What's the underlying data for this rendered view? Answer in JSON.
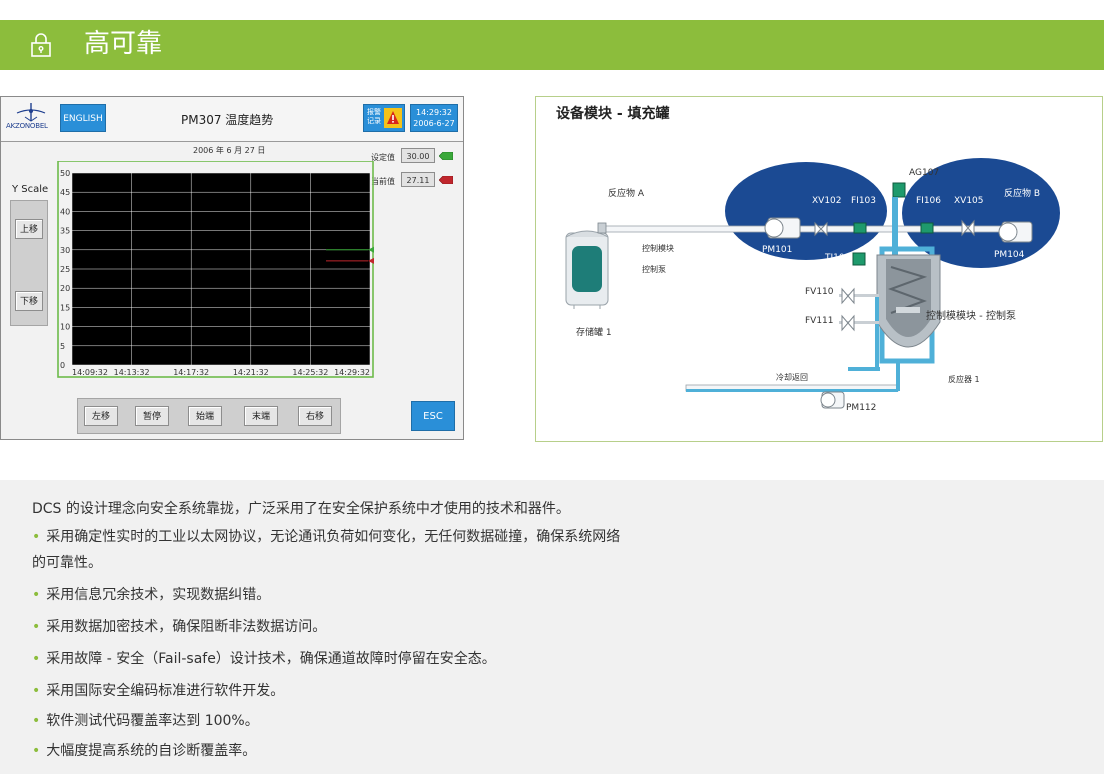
{
  "banner": {
    "title": "高可靠",
    "icon": "lock-icon"
  },
  "hmi": {
    "logo": "AKZONOBEL",
    "english_btn": "ENGLISH",
    "title": "PM307 温度趋势",
    "alarm_label": "报警记录",
    "clock_time": "14:29:32",
    "clock_date": "2006-6-27",
    "chart_date": "2006 年 6 月 27 日",
    "y_scale_label": "Y Scale",
    "up_btn": "上移",
    "down_btn": "下移",
    "setpoint_label": "设定值",
    "setpoint_value": "30.00",
    "current_label": "当前值",
    "current_value": "27.11",
    "nav_buttons": [
      "左移",
      "暂停",
      "始端",
      "末端",
      "右移"
    ],
    "esc_btn": "ESC"
  },
  "chart_data": {
    "type": "line",
    "title": "",
    "xlabel": "",
    "ylabel": "",
    "ylim": [
      0,
      50
    ],
    "y_ticks": [
      "0",
      "5",
      "10",
      "15",
      "20",
      "25",
      "30",
      "35",
      "40",
      "45",
      "50"
    ],
    "x_ticks": [
      "14:09:32",
      "14:13:32",
      "14:17:32",
      "14:21:32",
      "14:25:32",
      "14:29:32"
    ],
    "series": [
      {
        "color": "#3aa83a",
        "values": [
          30.0
        ]
      },
      {
        "color": "#c0262d",
        "values": [
          27.11
        ]
      }
    ],
    "grid": true,
    "background": "#000000"
  },
  "diagram": {
    "title": "设备模块 - 填充罐",
    "labels": {
      "reactant_a": "反应物 A",
      "reactant_b": "反应物 B",
      "xv102": "XV102",
      "fi103": "FI103",
      "ag107": "AG107",
      "fi106": "FI106",
      "xv105": "XV105",
      "pm101": "PM101",
      "pm104": "PM104",
      "ti109": "TI109",
      "control_module": "控制模块",
      "control_pump": "控制泵",
      "fv110": "FV110",
      "fv111": "FV111",
      "tank": "存储罐 1",
      "module_pump": "控制模模块 - 控制泵",
      "cooling_return": "冷却返回",
      "reactor": "反应器 1",
      "pm112": "PM112"
    }
  },
  "text": {
    "intro": "DCS 的设计理念向安全系统靠拢，广泛采用了在安全保护系统中才使用的技术和器件。",
    "bullets": [
      "采用确定性实时的工业以太网协议，无论通讯负荷如何变化，无任何数据碰撞，确保系统网络",
      "的可靠性。",
      "采用信息冗余技术，实现数据纠错。",
      "采用数据加密技术，确保阻断非法数据访问。",
      "采用故障 - 安全（Fail-safe）设计技术，确保通道故障时停留在安全态。",
      "采用国际安全编码标准进行软件开发。",
      "软件测试代码覆盖率达到 100%。",
      "大幅度提高系统的自诊断覆盖率。"
    ]
  },
  "colors": {
    "brand_green": "#8cbd3c",
    "button_blue": "#2a8fd8",
    "vessel_blue": "#1b4a93",
    "pipe_blue": "#4fb0d8"
  }
}
